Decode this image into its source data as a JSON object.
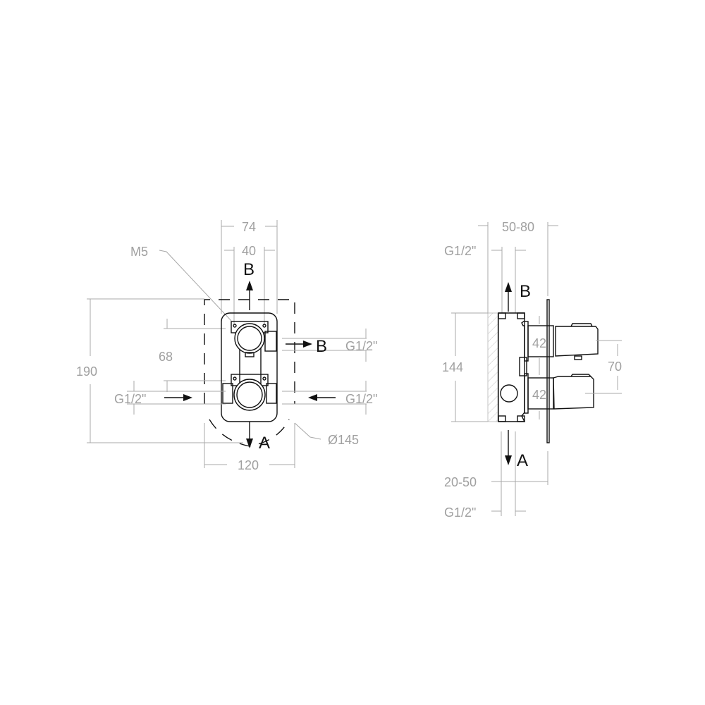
{
  "front_view": {
    "dimensions": {
      "width_outer": "74",
      "width_inner": "40",
      "height_total": "190",
      "center_spacing": "68",
      "box_width": "120",
      "diameter": "Ø145",
      "thread_label": "M5"
    },
    "ports": {
      "outlet_top": "B",
      "outlet_right": "B",
      "outlet_right_thread": "G1/2\"",
      "inlet_left_thread": "G1/2\"",
      "inlet_right_thread": "G1/2\"",
      "outlet_bottom": "A"
    }
  },
  "side_view": {
    "dimensions": {
      "depth_range": "50-80",
      "top_thread": "G1/2\"",
      "body_height": "144",
      "handle_upper": "42",
      "handle_lower": "42",
      "handle_spacing": "70",
      "wall_range": "20-50",
      "bottom_thread": "G1/2\""
    },
    "ports": {
      "outlet_top": "B",
      "outlet_bottom": "A"
    }
  }
}
